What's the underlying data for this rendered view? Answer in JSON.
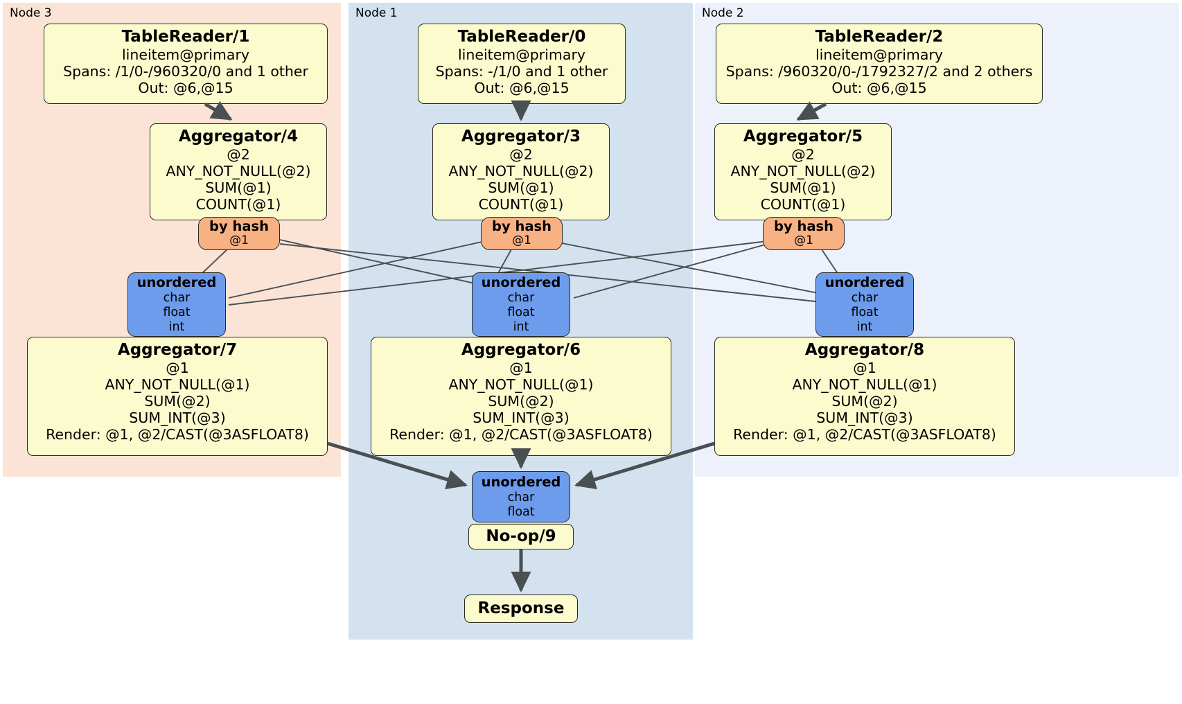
{
  "diagram": {
    "type": "distributed-query-plan",
    "panels": [
      {
        "id": "node3",
        "label": "Node 3",
        "color": "#fbe3d6"
      },
      {
        "id": "node1",
        "label": "Node 1",
        "color": "#d3e2ee"
      },
      {
        "id": "node2",
        "label": "Node 2",
        "color": "#edf1fb"
      }
    ],
    "colors": {
      "processor_fill": "#fbfbce",
      "hash_fill": "#f8b183",
      "unordered_fill": "#6e9ced",
      "border": "#2a2a20",
      "edge": "#4a4f52"
    },
    "processors": {
      "tablereader_1": {
        "title": "TableReader/1",
        "lines": [
          "lineitem@primary",
          "Spans: /1/0-/960320/0 and 1 other",
          "Out: @6,@15"
        ]
      },
      "tablereader_0": {
        "title": "TableReader/0",
        "lines": [
          "lineitem@primary",
          "Spans: -/1/0 and 1 other",
          "Out: @6,@15"
        ]
      },
      "tablereader_2": {
        "title": "TableReader/2",
        "lines": [
          "lineitem@primary",
          "Spans: /960320/0-/1792327/2 and 2 others",
          "Out: @6,@15"
        ]
      },
      "aggregator_4": {
        "title": "Aggregator/4",
        "lines": [
          "@2",
          "ANY_NOT_NULL(@2)",
          "SUM(@1)",
          "COUNT(@1)"
        ]
      },
      "aggregator_3": {
        "title": "Aggregator/3",
        "lines": [
          "@2",
          "ANY_NOT_NULL(@2)",
          "SUM(@1)",
          "COUNT(@1)"
        ]
      },
      "aggregator_5": {
        "title": "Aggregator/5",
        "lines": [
          "@2",
          "ANY_NOT_NULL(@2)",
          "SUM(@1)",
          "COUNT(@1)"
        ]
      },
      "aggregator_7": {
        "title": "Aggregator/7",
        "lines": [
          "@1",
          "ANY_NOT_NULL(@1)",
          "SUM(@2)",
          "SUM_INT(@3)",
          "Render: @1, @2/CAST(@3ASFLOAT8)"
        ]
      },
      "aggregator_6": {
        "title": "Aggregator/6",
        "lines": [
          "@1",
          "ANY_NOT_NULL(@1)",
          "SUM(@2)",
          "SUM_INT(@3)",
          "Render: @1, @2/CAST(@3ASFLOAT8)"
        ]
      },
      "aggregator_8": {
        "title": "Aggregator/8",
        "lines": [
          "@1",
          "ANY_NOT_NULL(@1)",
          "SUM(@2)",
          "SUM_INT(@3)",
          "Render: @1, @2/CAST(@3ASFLOAT8)"
        ]
      },
      "noop_9": {
        "title": "No-op/9",
        "lines": []
      },
      "response": {
        "title": "Response",
        "lines": []
      }
    },
    "routers": {
      "by_hash_left": {
        "title": "by hash",
        "lines": [
          "@1"
        ]
      },
      "by_hash_center": {
        "title": "by hash",
        "lines": [
          "@1"
        ]
      },
      "by_hash_right": {
        "title": "by hash",
        "lines": [
          "@1"
        ]
      }
    },
    "synchronizers": {
      "unordered_left": {
        "title": "unordered",
        "lines": [
          "char",
          "float",
          "int"
        ]
      },
      "unordered_center": {
        "title": "unordered",
        "lines": [
          "char",
          "float",
          "int"
        ]
      },
      "unordered_right": {
        "title": "unordered",
        "lines": [
          "char",
          "float",
          "int"
        ]
      },
      "unordered_final": {
        "title": "unordered",
        "lines": [
          "char",
          "float"
        ]
      }
    }
  }
}
